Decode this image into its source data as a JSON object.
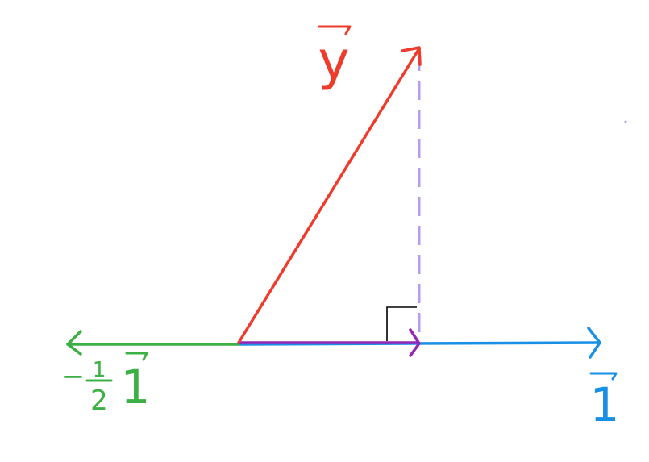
{
  "diagram": {
    "vector_y": {
      "label": "y",
      "color": "#ee3b2b"
    },
    "vector_one": {
      "label": "1",
      "color": "#1a8fe6"
    },
    "vector_neg_half_one": {
      "coefficient_sign": "−",
      "coefficient_numerator": "1",
      "coefficient_denominator": "2",
      "vector_name": "1",
      "color": "#3cb044"
    },
    "projection": {
      "color": "#9428b6"
    },
    "perpendicular_drop": {
      "color": "#b39cf2",
      "style": "dashed"
    },
    "right_angle_marker": {
      "color": "#000000"
    }
  }
}
